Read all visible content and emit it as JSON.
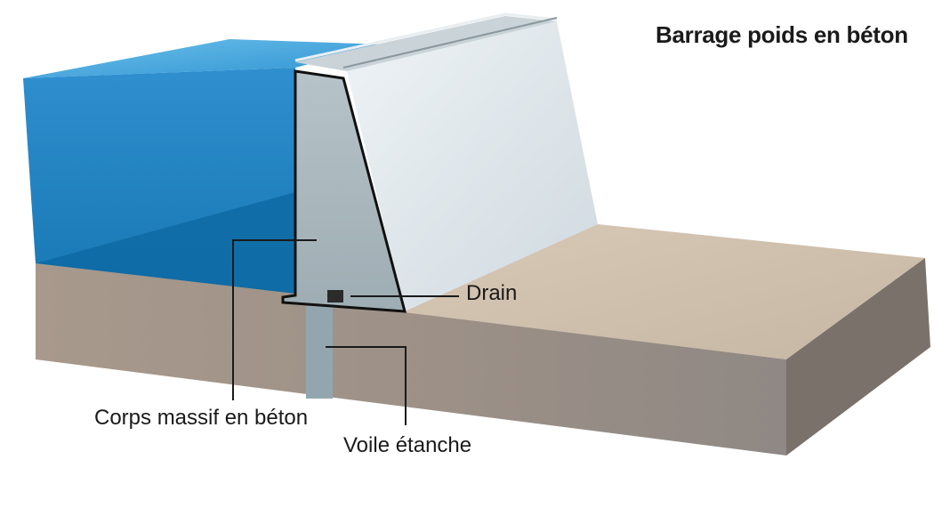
{
  "title": "Barrage poids en béton",
  "labels": {
    "drain": "Drain",
    "corps": "Corps massif en béton",
    "voile": "Voile étanche"
  },
  "colors": {
    "water_top": "#3fa2dc",
    "water_deep": "#0f6fa8",
    "ground_front": "#a1958b",
    "ground_top": "#d2c3b2",
    "ground_side": "#776d65",
    "dam_section": "#a9b7bc",
    "dam_face": "#dfe6ea",
    "curtain": "#8fa3aa",
    "leader_line": "#1a1a1a"
  }
}
